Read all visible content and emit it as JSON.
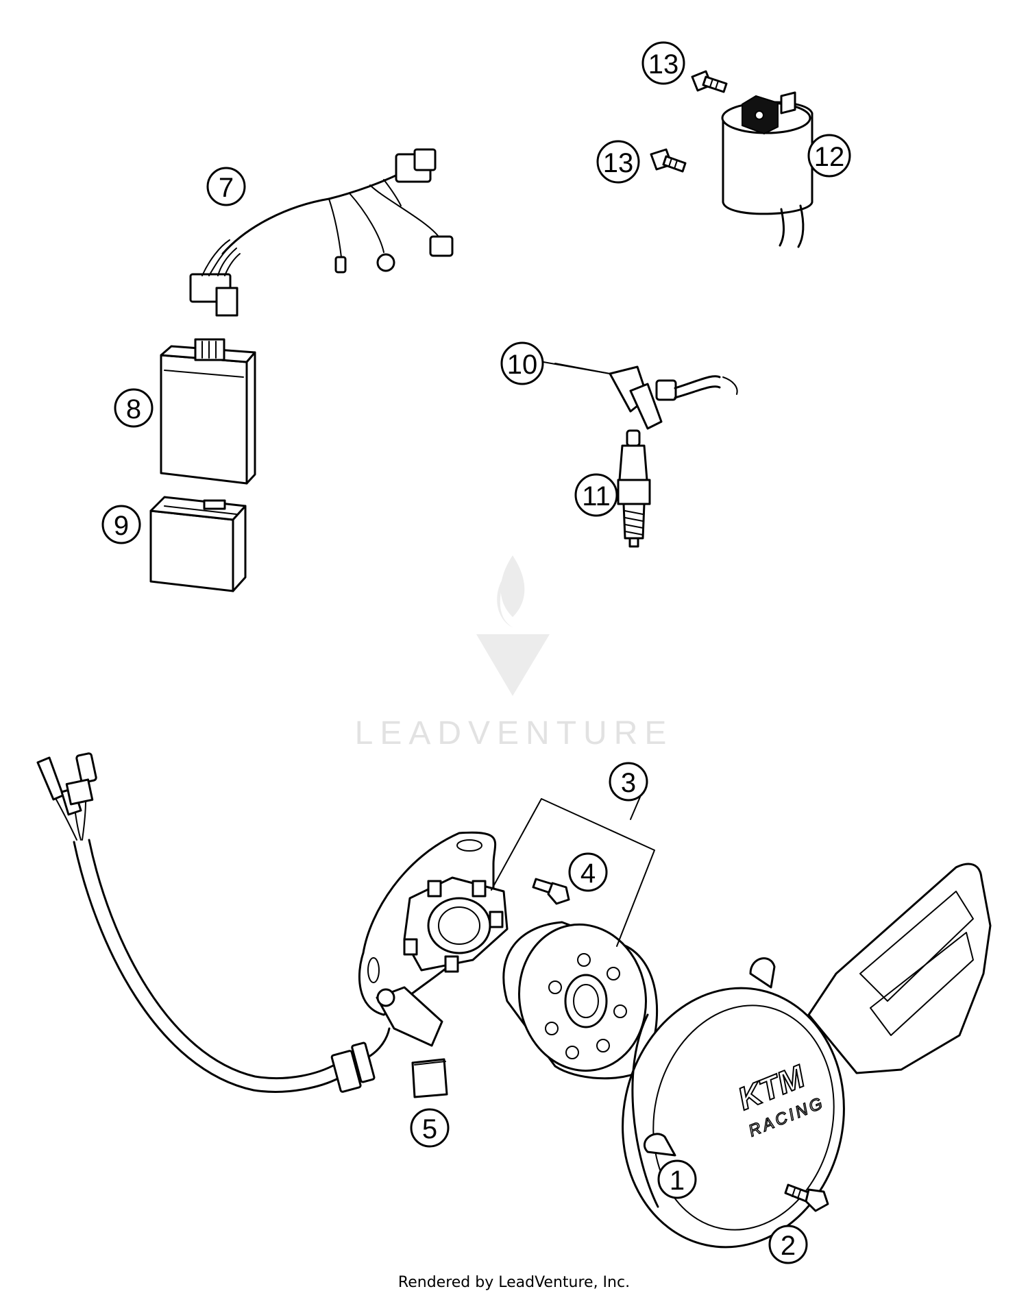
{
  "callouts": [
    {
      "id": "1",
      "label": "1"
    },
    {
      "id": "2",
      "label": "2"
    },
    {
      "id": "3",
      "label": "3"
    },
    {
      "id": "4",
      "label": "4"
    },
    {
      "id": "5",
      "label": "5"
    },
    {
      "id": "7",
      "label": "7"
    },
    {
      "id": "8",
      "label": "8"
    },
    {
      "id": "9",
      "label": "9"
    },
    {
      "id": "10",
      "label": "10"
    },
    {
      "id": "11",
      "label": "11"
    },
    {
      "id": "12",
      "label": "12"
    },
    {
      "id": "13a",
      "label": "13"
    },
    {
      "id": "13b",
      "label": "13"
    }
  ],
  "watermark": {
    "text": "LEADVENTURE"
  },
  "cover_logo": {
    "brand": "KTM",
    "sub": "RACING"
  },
  "footer": {
    "text": "Rendered by LeadVenture, Inc."
  },
  "colors": {
    "line": "#000000",
    "background": "#ffffff",
    "watermark": "#e2e2e2"
  }
}
